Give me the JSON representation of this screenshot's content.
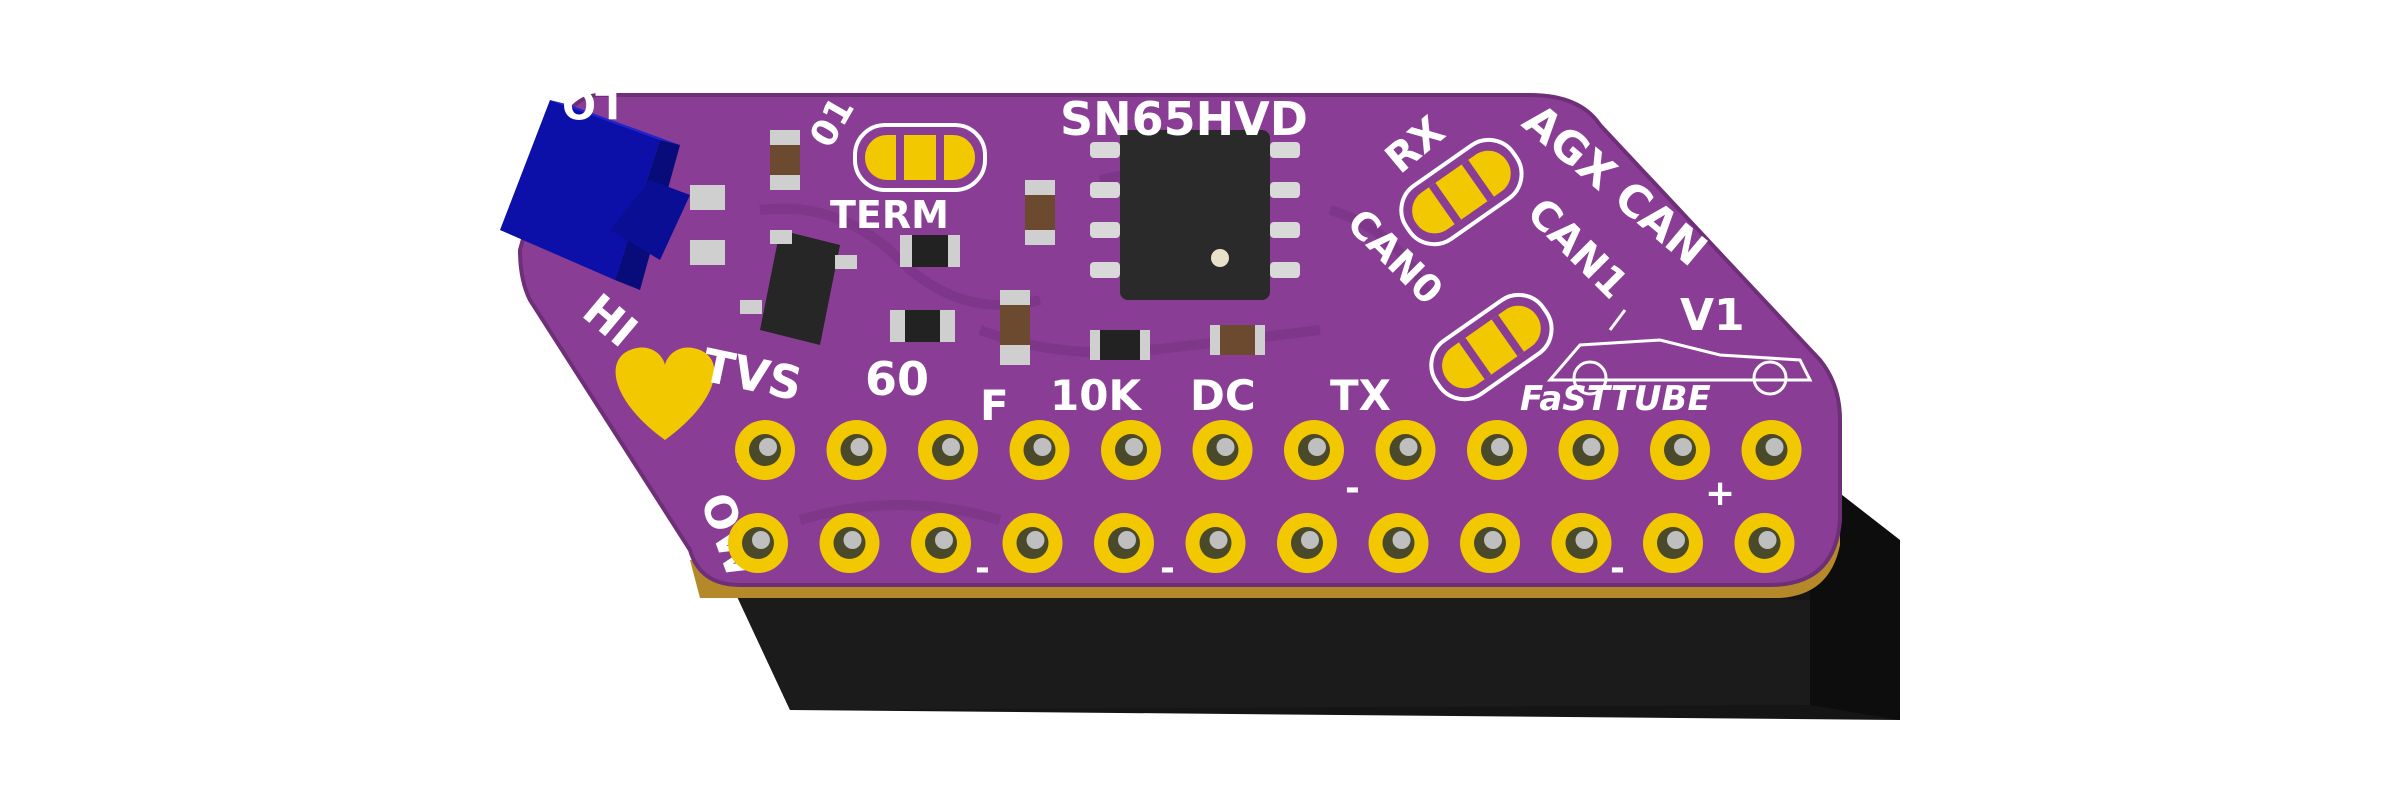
{
  "board": {
    "colors": {
      "background": "#ffffff",
      "pcb": "#8a3d95",
      "pcb_edge": "#6e2f78",
      "gold": "#f2c800",
      "header": "#151515",
      "connector": "#1a1fbf",
      "chip": "#2a2a2a"
    },
    "silkscreen": {
      "sn65hvd": "SN65HVD",
      "agx_can": "AGX CAN",
      "v1": "V1",
      "term": "TERM",
      "rx": "RX",
      "can1": "CAN1",
      "can0": "CAN0",
      "tx": "TX",
      "dc": "DC",
      "k10": "10K",
      "f": "F",
      "tvs": "TVS",
      "sixty": "60",
      "hi": "HI",
      "lo": "LO",
      "ow": "OW",
      "o1": "01",
      "fasttube": "FaSTTUBE",
      "plus": "+",
      "minus": "-"
    },
    "icons": {
      "heart": "heart-icon",
      "car": "race-car-outline-icon"
    }
  }
}
